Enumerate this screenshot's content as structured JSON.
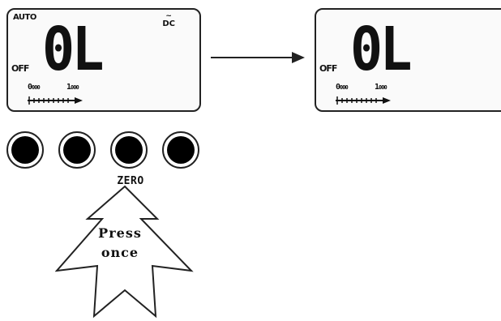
{
  "display_before": {
    "mode": "AUTO",
    "dc_symbol": "~",
    "dc_label": "DC",
    "off_label": "OFF",
    "reading": "0L",
    "scale_start": "0",
    "scale_start_small": "000",
    "scale_mid": "1",
    "scale_mid_small": "000"
  },
  "display_after": {
    "off_label": "OFF",
    "reading": "0L",
    "scale_start": "0",
    "scale_start_small": "000",
    "scale_mid": "1",
    "scale_mid_small": "000"
  },
  "buttons": {
    "zero_label": "ZERO"
  },
  "callout": {
    "line1": "Press",
    "line2": "once"
  }
}
